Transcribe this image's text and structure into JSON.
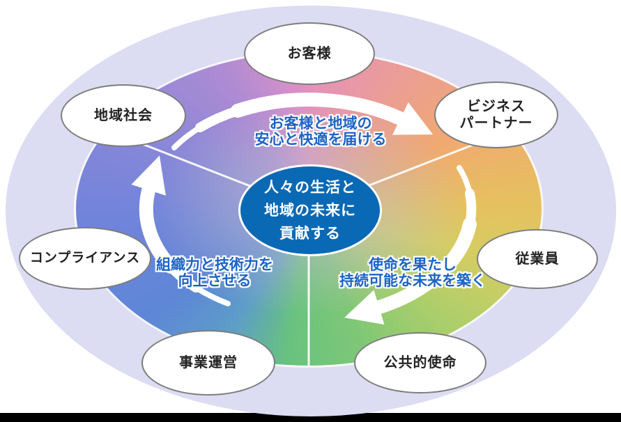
{
  "page": {
    "background_color": "#ffffff",
    "footer_bar_color": "#000000"
  },
  "diagram": {
    "outer_ellipse_color": "#dcdcf3",
    "center": {
      "bg_color": "#0a69b5",
      "text_color": "#ffffff",
      "lines": [
        "人々の生活と",
        "地域の未来に",
        "貢献する"
      ]
    },
    "ovals": [
      {
        "id": "customers",
        "label": "お客様"
      },
      {
        "id": "business-partner",
        "line1": "ビジネス",
        "line2": "パートナー"
      },
      {
        "id": "local-community",
        "label": "地域社会"
      },
      {
        "id": "compliance",
        "label": "コンプライアンス"
      },
      {
        "id": "employees",
        "label": "従業員"
      },
      {
        "id": "business-operations",
        "label": "事業運営"
      },
      {
        "id": "public-mission",
        "label": "公共的使命"
      }
    ],
    "arrows": [
      {
        "id": "top",
        "direction": "clockwise",
        "line1": "お客様と地域の",
        "line2": "安心と快適を届ける"
      },
      {
        "id": "right",
        "direction": "clockwise",
        "line1": "使命を果たし",
        "line2": "持続可能な未来を築く"
      },
      {
        "id": "left",
        "direction": "clockwise",
        "line1": "組織力と技術力を",
        "line2": "向上させる"
      }
    ],
    "caption_color": "#1d63c5",
    "arrow_color": "#ffffff"
  }
}
